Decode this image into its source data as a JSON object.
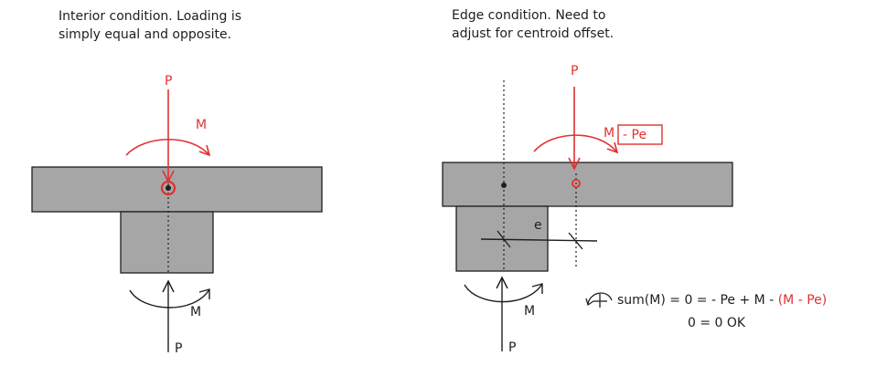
{
  "left": {
    "caption_line1": "Interior condition. Loading is",
    "caption_line2": "simply equal and opposite.",
    "top_force": "P",
    "top_moment": "M",
    "bottom_moment": "M",
    "bottom_force": "P"
  },
  "right": {
    "caption_line1": "Edge condition. Need to",
    "caption_line2": "adjust for centroid offset.",
    "top_force": "P",
    "top_moment": "M",
    "correction_label": "- Pe",
    "offset_label": "e",
    "bottom_moment": "M",
    "bottom_force": "P"
  },
  "equation": {
    "lhs": "sum(M) = 0 = - Pe + M - ",
    "rhs_red": "(M - Pe)",
    "result": "0 = 0 OK"
  },
  "colors": {
    "ink": "#1e1e1e",
    "accent": "#e03131",
    "fill": "#a6a6a6"
  }
}
